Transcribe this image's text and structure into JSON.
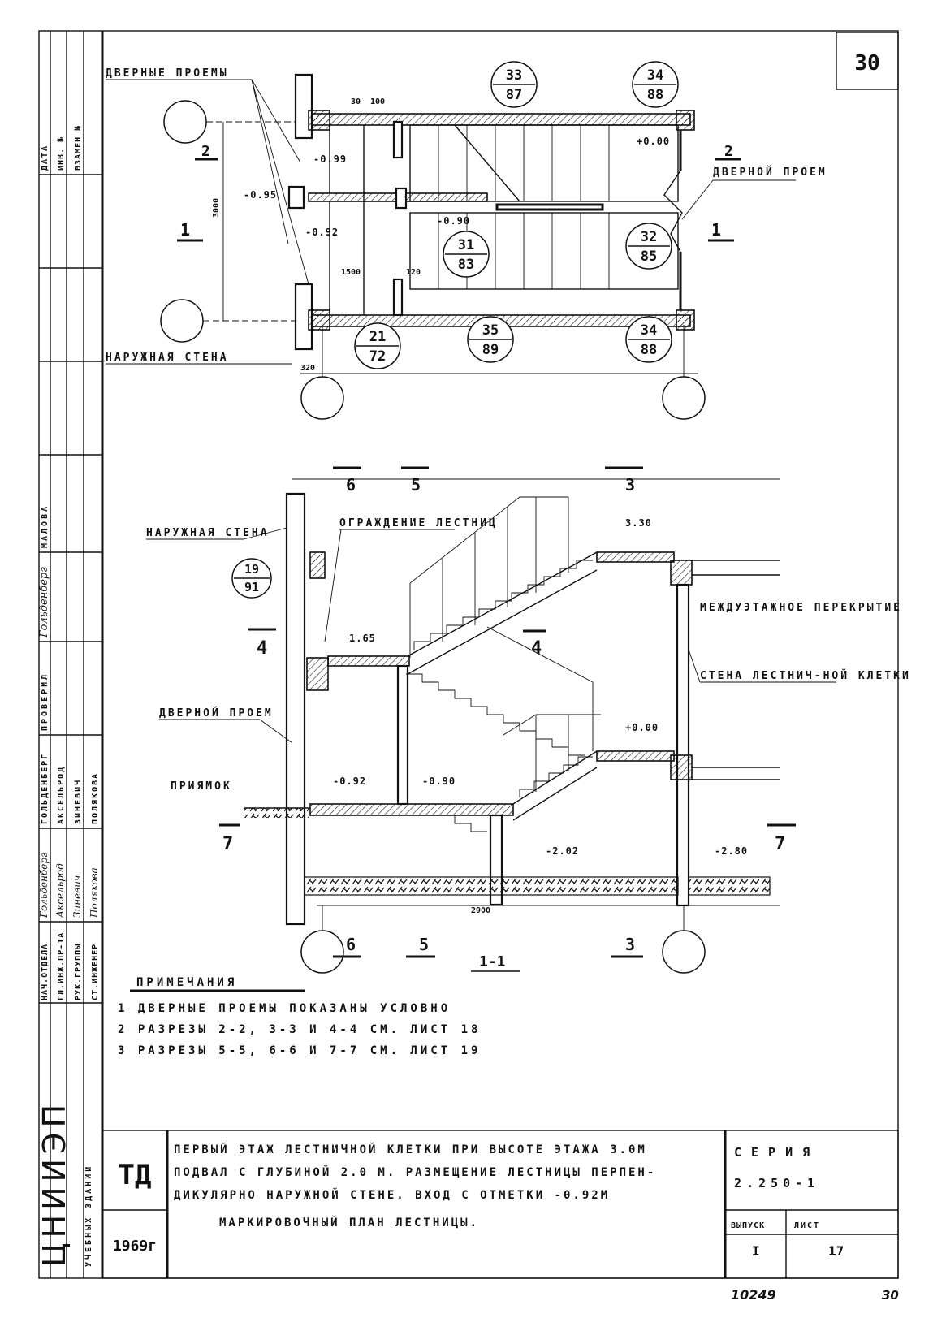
{
  "sheet": {
    "number_top": "30",
    "number_bottom": "30",
    "archive_number": "10249"
  },
  "plan": {
    "labels": {
      "door_openings": "ДВЕРНЫЕ ПРОЕМЫ",
      "outer_wall": "НАРУЖНАЯ СТЕНА",
      "door_opening_right": "ДВЕРНОЙ ПРОЕМ"
    },
    "callouts": [
      {
        "top": "33",
        "bottom": "87"
      },
      {
        "top": "34",
        "bottom": "88"
      },
      {
        "top": "31",
        "bottom": "83"
      },
      {
        "top": "32",
        "bottom": "85"
      },
      {
        "top": "21",
        "bottom": "72"
      },
      {
        "top": "35",
        "bottom": "89"
      },
      {
        "top": "34",
        "bottom": "88"
      }
    ],
    "elevations": [
      "-0.99",
      "-0.95",
      "-0.92",
      "-0.90",
      "+0.00"
    ],
    "dims": [
      "3000",
      "1500",
      "120",
      "320",
      "30",
      "100"
    ],
    "section_marks": [
      "2",
      "1",
      "2",
      "1"
    ]
  },
  "section": {
    "labels": {
      "outer_wall": "НАРУЖНАЯ СТЕНА",
      "railing": "ОГРАЖДЕНИЕ ЛЕСТНИЦ",
      "floor_slab": "МЕЖДУЭТАЖНОЕ ПЕРЕКРЫТИЕ",
      "stair_wall": "СТЕНА ЛЕСТНИЧ-НОЙ КЛЕТКИ",
      "door_opening": "ДВЕРНОЙ ПРОЕМ",
      "pit": "ПРИЯМОК"
    },
    "callout": {
      "top": "19",
      "bottom": "91"
    },
    "elevations": [
      "3.30",
      "1.65",
      "+0.00",
      "-0.92",
      "-0.90",
      "-2.02",
      "-2.80"
    ],
    "dims": [
      "2900"
    ],
    "section_marks": [
      "6",
      "5",
      "3",
      "4",
      "4",
      "7",
      "7",
      "6",
      "5",
      "3"
    ],
    "title": "1-1"
  },
  "notes": {
    "heading": "ПРИМЕЧАНИЯ",
    "items": [
      "1 ДВЕРНЫЕ ПРОЕМЫ ПОКАЗАНЫ УСЛОВНО",
      "2 РАЗРЕЗЫ 2-2, 3-3 И 4-4 СМ. ЛИСТ 18",
      "3 РАЗРЕЗЫ 5-5, 6-6 И 7-7 СМ. ЛИСТ 19"
    ]
  },
  "title_block": {
    "code": "ТД",
    "year": "1969г",
    "title_lines": [
      "ПЕРВЫЙ ЭТАЖ ЛЕСТНИЧНОЙ КЛЕТКИ ПРИ ВЫСОТЕ ЭТАЖА 3.0М",
      "ПОДВАЛ С ГЛУБИНОЙ 2.0 М. РАЗМЕЩЕНИЕ ЛЕСТНИЦЫ ПЕРПЕН-",
      "ДИКУЛЯРНО НАРУЖНОЙ СТЕНЕ. ВХОД С ОТМЕТКИ -0.92М",
      "МАРКИРОВОЧНЫЙ ПЛАН ЛЕСТНИЦЫ."
    ],
    "series_label": "СЕРИЯ",
    "series_value": "2.250-1",
    "issue_label": "ВЫПУСК",
    "issue_value": "I",
    "sheet_label": "ЛИСТ",
    "sheet_value": "17"
  },
  "side_strip": {
    "org": "ЦНИИЭП",
    "org_sub": "УЧЕБНЫХ ЗДАНИЙ",
    "roles": [
      "НАЧ.ОТДЕЛА",
      "ГЛ.ИНЖ.ПР-ТА",
      "РУК.ГРУППЫ",
      "СТ.ИНЖЕНЕР"
    ],
    "names": [
      "ГОЛЬДЕНБЕРГ",
      "АКСЕЛЬРОД",
      "ЗИНЕВИЧ",
      "ПОЛЯКОВА"
    ],
    "signatures": [
      "Гольденберг",
      "Аксельрод",
      "Зиневич",
      "Полякова"
    ],
    "checker_role": "ПРОВЕРИЛ",
    "checker_name": "МАЛОВА",
    "header": [
      "ДАТА",
      "ИНВ. №",
      "ВЗАМЕН №"
    ]
  }
}
